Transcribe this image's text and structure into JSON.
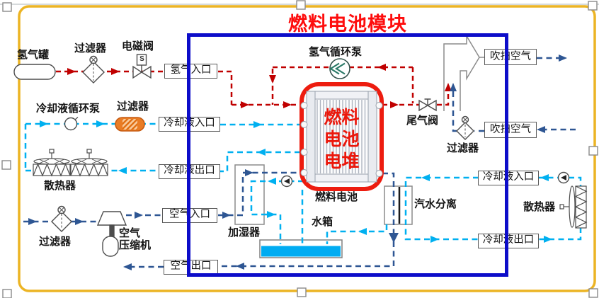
{
  "title": "燃料电池模块",
  "ports": {
    "h2_in": "氢气入口",
    "coolant_in_left": "冷却液入口",
    "coolant_out_left": "冷却液出口",
    "air_in": "空气入口",
    "air_out": "空气出口",
    "purge_air_out": "吹扫空气",
    "purge_air_in": "吹扫空气",
    "coolant_in_right": "冷却液入口",
    "coolant_out_right": "冷却液出口"
  },
  "equipment": {
    "h2_tank": "氢气罐",
    "h2_filter": "过滤器",
    "solenoid_valve": "电磁阀",
    "solenoid_letter": "S",
    "coolant_pump": "冷却液循环泵",
    "coolant_filter": "过滤器",
    "radiator_left": "散热器",
    "air_filter": "过滤器",
    "compressor_line1": "空气",
    "compressor_line2": "压缩机",
    "h2_circulation_pump": "氢气循环泵",
    "tail_gas_valve": "尾气阀",
    "purge_filter": "过滤器",
    "fuel_cell_caption": "燃料电池",
    "humidifier": "加湿器",
    "water_tank": "水箱",
    "separator": "汽水分离",
    "radiator_right": "散热器"
  },
  "stack": {
    "line1": "燃料",
    "line2": "电池",
    "line3": "电堆"
  },
  "colors": {
    "hydrogen_line": "#C00000",
    "air_line": "#2E5693",
    "coolant_line": "#00B0F0",
    "water_fill": "#00ACF2",
    "module_border": "#0D0DC9",
    "selection_frame": "#ECB424",
    "stack_border": "#ED1C0F",
    "title_text": "#FE0D0D",
    "filter_orange": "#E97C25"
  }
}
